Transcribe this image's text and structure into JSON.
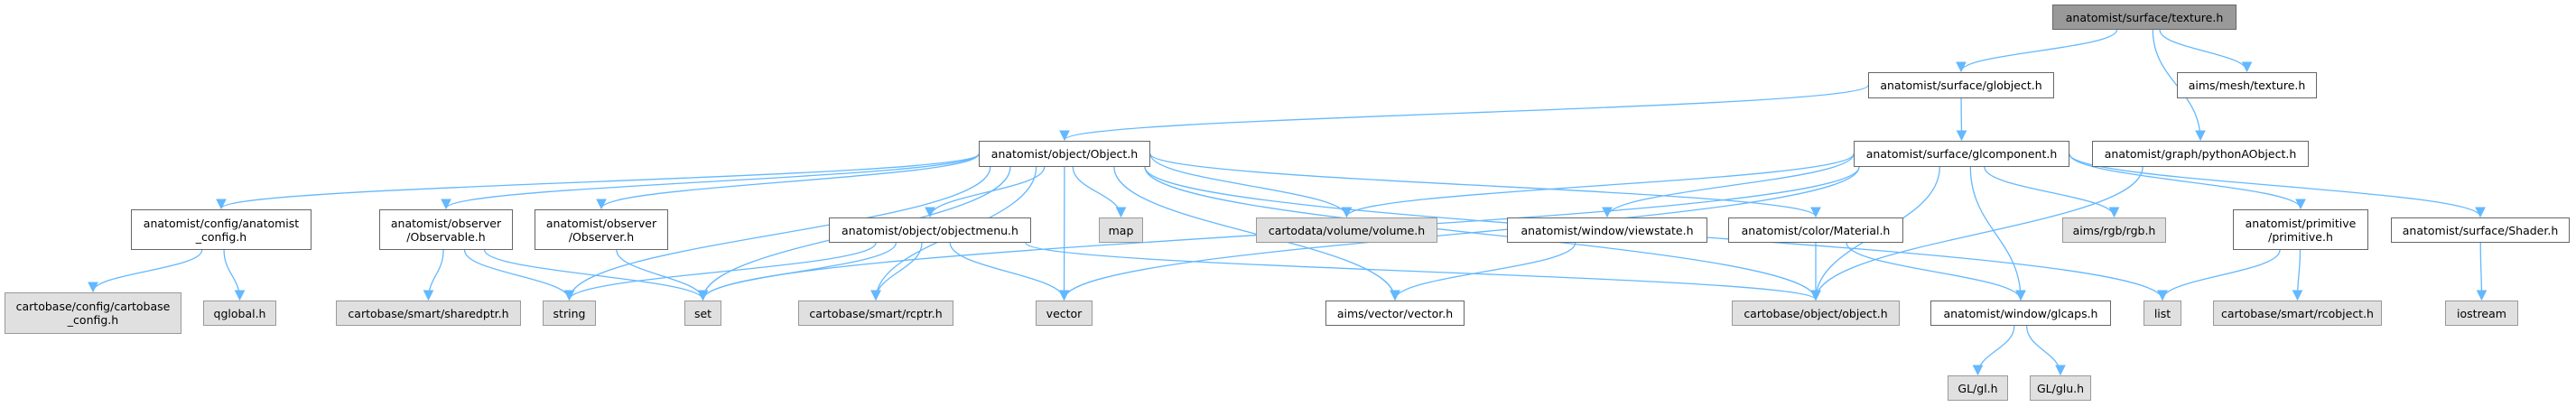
{
  "title": "anatomist/surface/texture.h include dependency graph",
  "colors": {
    "edge": "#63b8ff",
    "root_fill": "#999999",
    "node_fill": "#ffffff",
    "system_fill": "#e0e0e0",
    "node_border": "#666666",
    "system_border": "#999999"
  },
  "nodes": [
    {
      "id": "texture",
      "label": "anatomist/surface/texture.h",
      "kind": "root"
    },
    {
      "id": "globject",
      "label": "anatomist/surface/globject.h",
      "kind": "local"
    },
    {
      "id": "meshtexture",
      "label": "aims/mesh/texture.h",
      "kind": "local"
    },
    {
      "id": "object",
      "label": "anatomist/object/Object.h",
      "kind": "local"
    },
    {
      "id": "glcomponent",
      "label": "anatomist/surface/glcomponent.h",
      "kind": "local"
    },
    {
      "id": "pythonaobject",
      "label": "anatomist/graph/pythonAObject.h",
      "kind": "local"
    },
    {
      "id": "anatconfig",
      "label": "anatomist/config/anatomist\n_config.h",
      "kind": "local"
    },
    {
      "id": "observable",
      "label": "anatomist/observer\n/Observable.h",
      "kind": "local"
    },
    {
      "id": "observer",
      "label": "anatomist/observer\n/Observer.h",
      "kind": "local"
    },
    {
      "id": "objectmenu",
      "label": "anatomist/object/objectmenu.h",
      "kind": "local"
    },
    {
      "id": "map",
      "label": "map",
      "kind": "system"
    },
    {
      "id": "volume",
      "label": "cartodata/volume/volume.h",
      "kind": "system"
    },
    {
      "id": "viewstate",
      "label": "anatomist/window/viewstate.h",
      "kind": "local"
    },
    {
      "id": "material",
      "label": "anatomist/color/Material.h",
      "kind": "local"
    },
    {
      "id": "rgb",
      "label": "aims/rgb/rgb.h",
      "kind": "system"
    },
    {
      "id": "primitive",
      "label": "anatomist/primitive\n/primitive.h",
      "kind": "local"
    },
    {
      "id": "shader",
      "label": "anatomist/surface/Shader.h",
      "kind": "local"
    },
    {
      "id": "cbconfig",
      "label": "cartobase/config/cartobase\n_config.h",
      "kind": "system"
    },
    {
      "id": "qglobal",
      "label": "qglobal.h",
      "kind": "system"
    },
    {
      "id": "sharedptr",
      "label": "cartobase/smart/sharedptr.h",
      "kind": "system"
    },
    {
      "id": "string",
      "label": "string",
      "kind": "system"
    },
    {
      "id": "set",
      "label": "set",
      "kind": "system"
    },
    {
      "id": "rcptr",
      "label": "cartobase/smart/rcptr.h",
      "kind": "system"
    },
    {
      "id": "vector",
      "label": "vector",
      "kind": "system"
    },
    {
      "id": "aimsvector",
      "label": "aims/vector/vector.h",
      "kind": "local"
    },
    {
      "id": "cbobject",
      "label": "cartobase/object/object.h",
      "kind": "system"
    },
    {
      "id": "glcaps",
      "label": "anatomist/window/glcaps.h",
      "kind": "local"
    },
    {
      "id": "list",
      "label": "list",
      "kind": "system"
    },
    {
      "id": "rcobject",
      "label": "cartobase/smart/rcobject.h",
      "kind": "system"
    },
    {
      "id": "iostream",
      "label": "iostream",
      "kind": "system"
    },
    {
      "id": "gl",
      "label": "GL/gl.h",
      "kind": "system"
    },
    {
      "id": "glu",
      "label": "GL/glu.h",
      "kind": "system"
    }
  ],
  "edges": [
    [
      "texture",
      "globject"
    ],
    [
      "texture",
      "meshtexture"
    ],
    [
      "texture",
      "pythonaobject"
    ],
    [
      "globject",
      "object"
    ],
    [
      "globject",
      "glcomponent"
    ],
    [
      "object",
      "anatconfig"
    ],
    [
      "object",
      "observable"
    ],
    [
      "object",
      "observer"
    ],
    [
      "object",
      "objectmenu"
    ],
    [
      "object",
      "map"
    ],
    [
      "object",
      "volume"
    ],
    [
      "object",
      "material"
    ],
    [
      "object",
      "string"
    ],
    [
      "object",
      "set"
    ],
    [
      "object",
      "rcptr"
    ],
    [
      "object",
      "vector"
    ],
    [
      "object",
      "aimsvector"
    ],
    [
      "object",
      "cbobject"
    ],
    [
      "object",
      "list"
    ],
    [
      "glcomponent",
      "set"
    ],
    [
      "glcomponent",
      "vector"
    ],
    [
      "glcomponent",
      "volume"
    ],
    [
      "glcomponent",
      "viewstate"
    ],
    [
      "glcomponent",
      "rgb"
    ],
    [
      "glcomponent",
      "primitive"
    ],
    [
      "glcomponent",
      "shader"
    ],
    [
      "glcomponent",
      "cbobject"
    ],
    [
      "glcomponent",
      "glcaps"
    ],
    [
      "pythonaobject",
      "cbobject"
    ],
    [
      "anatconfig",
      "cbconfig"
    ],
    [
      "anatconfig",
      "qglobal"
    ],
    [
      "observable",
      "sharedptr"
    ],
    [
      "observable",
      "string"
    ],
    [
      "observable",
      "set"
    ],
    [
      "observer",
      "set"
    ],
    [
      "objectmenu",
      "string"
    ],
    [
      "objectmenu",
      "set"
    ],
    [
      "objectmenu",
      "rcptr"
    ],
    [
      "objectmenu",
      "vector"
    ],
    [
      "objectmenu",
      "cbobject"
    ],
    [
      "viewstate",
      "aimsvector"
    ],
    [
      "material",
      "cbobject"
    ],
    [
      "material",
      "glcaps"
    ],
    [
      "primitive",
      "list"
    ],
    [
      "primitive",
      "rcobject"
    ],
    [
      "shader",
      "iostream"
    ],
    [
      "glcaps",
      "gl"
    ],
    [
      "glcaps",
      "glu"
    ]
  ]
}
